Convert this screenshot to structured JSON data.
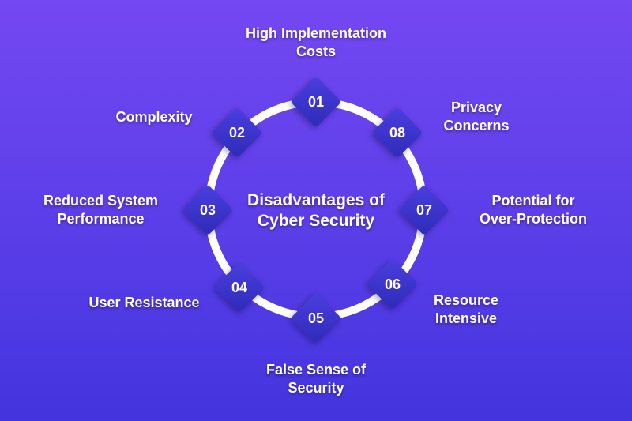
{
  "title": [
    "Disadvantages of",
    "Cyber Security"
  ],
  "items": [
    {
      "num": "01",
      "label": [
        "High Implementation",
        "Costs"
      ]
    },
    {
      "num": "02",
      "label": [
        "Complexity"
      ]
    },
    {
      "num": "03",
      "label": [
        "Reduced System",
        "Performance"
      ]
    },
    {
      "num": "04",
      "label": [
        "User Resistance"
      ]
    },
    {
      "num": "05",
      "label": [
        "False Sense of",
        "Security"
      ]
    },
    {
      "num": "06",
      "label": [
        "Resource",
        "Intensive"
      ]
    },
    {
      "num": "07",
      "label": [
        "Potential for",
        "Over-Protection"
      ]
    },
    {
      "num": "08",
      "label": [
        "Privacy",
        "Concerns"
      ]
    }
  ],
  "colors": {
    "background_top": "#7448f2",
    "background_bottom": "#4334de",
    "ring": "#ffffff",
    "node": "#3a33c8"
  }
}
